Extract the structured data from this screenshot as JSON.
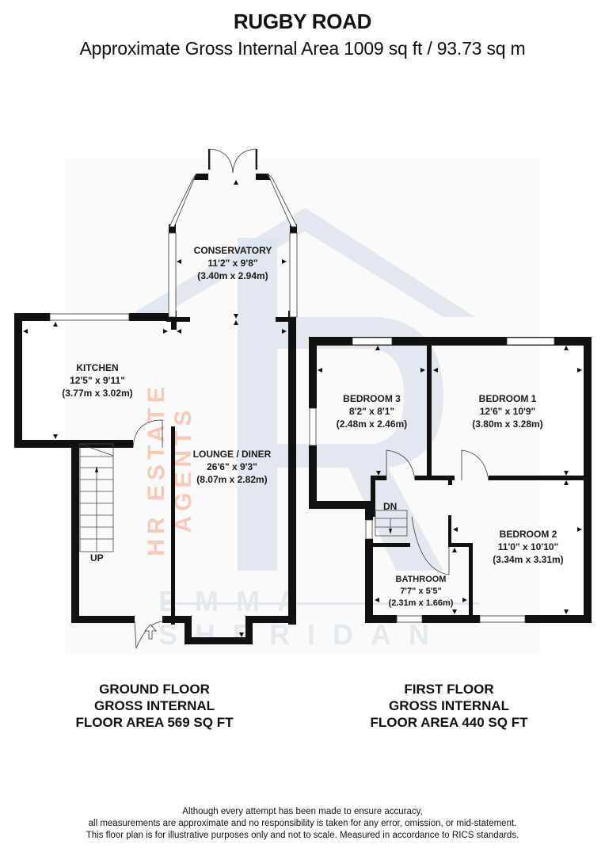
{
  "header": {
    "title": "RUGBY ROAD",
    "subtitle": "Approximate Gross Internal Area 1009 sq ft / 93.73 sq m"
  },
  "watermark": {
    "company": "EMMA SHERIDAN",
    "tagline": "HR ESTATE AGENTS",
    "logo_letter": "R",
    "colors": {
      "logo": "#dde3ec",
      "tagline": "#f6c9b8",
      "company": "#e4e9f0"
    }
  },
  "colors": {
    "wall": "#111111",
    "background": "#ffffff",
    "plan_background": "#fafafa"
  },
  "ground_floor": {
    "rooms": [
      {
        "name": "CONSERVATORY",
        "imperial": "11'2\" x 9'8\"",
        "metric": "(3.40m x 2.94m)"
      },
      {
        "name": "KITCHEN",
        "imperial": "12'5\" x 9'11\"",
        "metric": "(3.77m x 3.02m)"
      },
      {
        "name": "LOUNGE / DINER",
        "imperial": "26'6\" x 9'3\"",
        "metric": "(8.07m x 2.82m)"
      }
    ],
    "stairs_label": "UP",
    "summary": [
      "GROUND FLOOR",
      "GROSS INTERNAL",
      "FLOOR AREA 569 SQ FT"
    ]
  },
  "first_floor": {
    "rooms": [
      {
        "name": "BEDROOM 3",
        "imperial": "8'2\" x 8'1\"",
        "metric": "(2.48m x 2.46m)"
      },
      {
        "name": "BEDROOM 1",
        "imperial": "12'6\" x 10'9\"",
        "metric": "(3.80m x 3.28m)"
      },
      {
        "name": "BEDROOM 2",
        "imperial": "11'0\" x 10'10\"",
        "metric": "(3.34m x 3.31m)"
      },
      {
        "name": "BATHROOM",
        "imperial": "7'7\" x 5'5\"",
        "metric": "(2.31m x 1.66m)"
      }
    ],
    "stairs_label": "DN",
    "summary": [
      "FIRST FLOOR",
      "GROSS INTERNAL",
      "FLOOR AREA 440 SQ FT"
    ]
  },
  "disclaimer": [
    "Although every attempt has been made to ensure accuracy,",
    "all measurements are approximate and no responsibility is taken for any error, omission, or mid-statement.",
    "This floor plan is for illustrative purposes only and not to scale. Measured in accordance to RICS standards."
  ]
}
